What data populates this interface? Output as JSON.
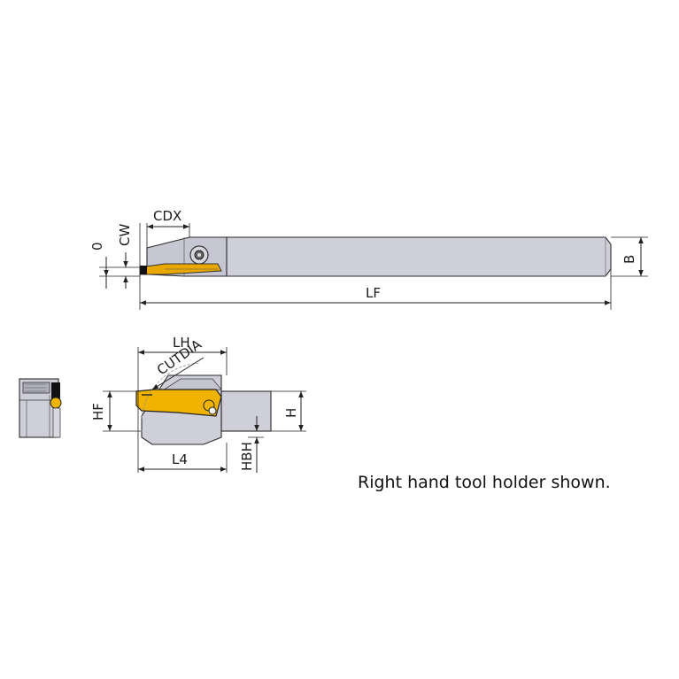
{
  "labels": {
    "zero": "0",
    "cw": "CW",
    "cdx": "CDX",
    "lf": "LF",
    "b": "B",
    "lh": "LH",
    "cutdia": "CUTDIA",
    "hf": "HF",
    "l4": "L4",
    "h": "H",
    "hbh": "HBH"
  },
  "caption": "Right hand tool holder shown.",
  "colors": {
    "body": "#cfcfd9",
    "body_dark": "#b9b9c6",
    "insert": "#f0b400",
    "line": "#222222"
  }
}
